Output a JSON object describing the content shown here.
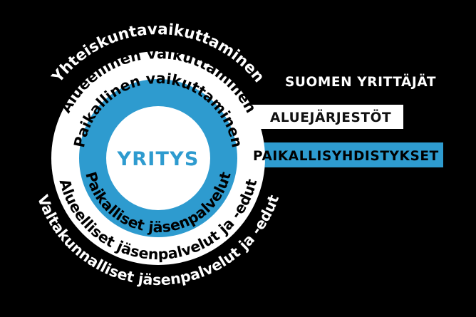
{
  "diagram": {
    "title_center": "YRITYS",
    "colors": {
      "background": "#000000",
      "blue": "#2E9BCF",
      "white": "#FFFFFF",
      "black": "#000000",
      "center_text": "#2E9BCF"
    },
    "rings": [
      {
        "id": "outer",
        "fill": "#000000",
        "top_label": "Yhteiskuntavaikuttaminen",
        "bottom_label": "Valtakunnalliset jäsenpalvelut ja -edut",
        "text_color": "#FFFFFF"
      },
      {
        "id": "middle",
        "fill": "#FFFFFF",
        "top_label": "Alueellinen vaikuttaminen",
        "bottom_label": "Alueelliset jäsenpalvelut ja -edut",
        "text_color": "#000000"
      },
      {
        "id": "inner",
        "fill": "#2E9BCF",
        "top_label": "Paikallinen vaikuttaminen",
        "bottom_label": "Paikalliset jäsenpalvelut",
        "text_color": "#000000"
      }
    ],
    "side_labels": [
      {
        "id": "suomen-yrittajat",
        "text": "SUOMEN YRITTÄJÄT",
        "bar_fill": "#000000",
        "text_color": "#FFFFFF"
      },
      {
        "id": "aluejarjestot",
        "text": "ALUEJÄRJESTÖT",
        "bar_fill": "#FFFFFF",
        "text_color": "#111111"
      },
      {
        "id": "paikallisyhdistykset",
        "text": "PAIKALLISYHDISTYKSET",
        "bar_fill": "#2E9BCF",
        "text_color": "#000000"
      }
    ]
  }
}
